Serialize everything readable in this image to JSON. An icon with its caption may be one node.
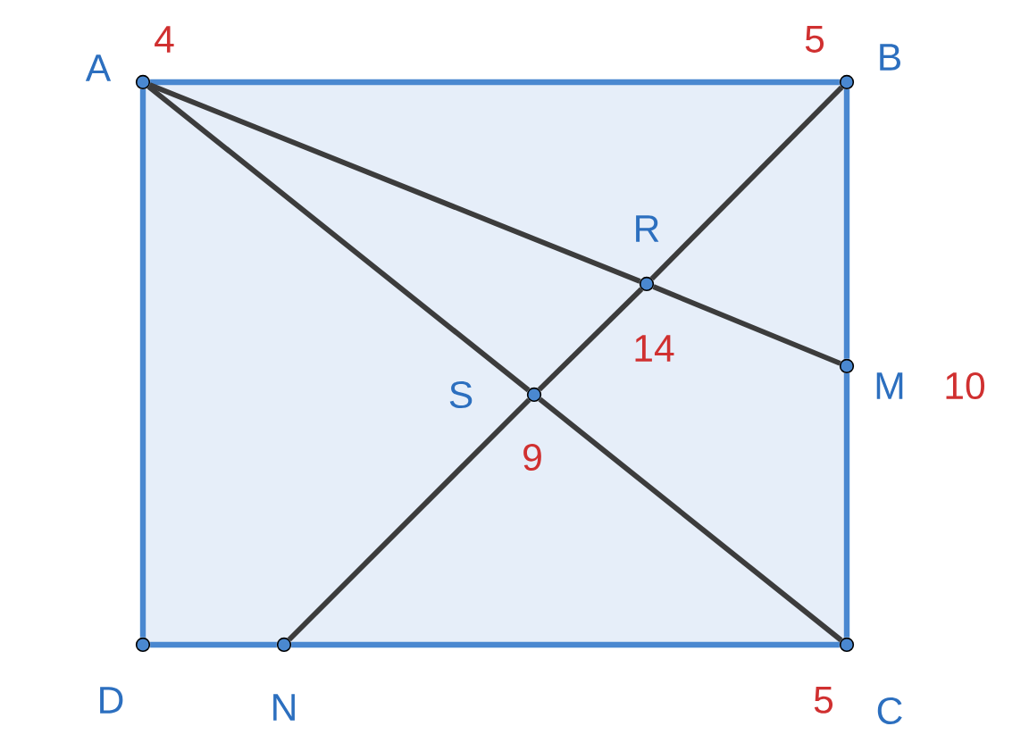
{
  "diagram": {
    "nodes": [
      {
        "text": [
          "A"
        ],
        "beside": [
          "4"
        ]
      },
      {
        "text": [
          "B"
        ],
        "beside": [
          "5"
        ]
      },
      {
        "text": [
          "C"
        ],
        "beside": [
          "5"
        ]
      },
      {
        "text": [
          "D"
        ]
      },
      {
        "text": [
          "M"
        ],
        "beside": [
          "10"
        ]
      },
      {
        "text": [
          "N"
        ]
      },
      {
        "text": [
          "R"
        ],
        "beside": [
          "14"
        ]
      },
      {
        "text": [
          "S"
        ],
        "beside": [
          "9"
        ]
      }
    ],
    "edges": [
      {
        "from": 0,
        "to": 1,
        "arrow": "none",
        "color": "#4a88d0"
      },
      {
        "from": 1,
        "to": 4,
        "arrow": "none",
        "color": "#4a88d0"
      },
      {
        "from": 4,
        "to": 2,
        "arrow": "none",
        "color": "#4a88d0"
      },
      {
        "from": 2,
        "to": 5,
        "arrow": "none",
        "color": "#4a88d0"
      },
      {
        "from": 5,
        "to": 3,
        "arrow": "none",
        "color": "#4a88d0"
      },
      {
        "from": 3,
        "to": 0,
        "arrow": "none",
        "color": "#4a88d0"
      },
      {
        "from": 0,
        "to": 6,
        "arrow": "none"
      },
      {
        "from": 6,
        "to": 4,
        "arrow": "none"
      },
      {
        "from": 0,
        "to": 7,
        "arrow": "none"
      },
      {
        "from": 7,
        "to": 2,
        "arrow": "none"
      },
      {
        "from": 5,
        "to": 7,
        "arrow": "none"
      },
      {
        "from": 7,
        "to": 6,
        "arrow": "none"
      },
      {
        "from": 6,
        "to": 1,
        "arrow": "none"
      }
    ]
  }
}
